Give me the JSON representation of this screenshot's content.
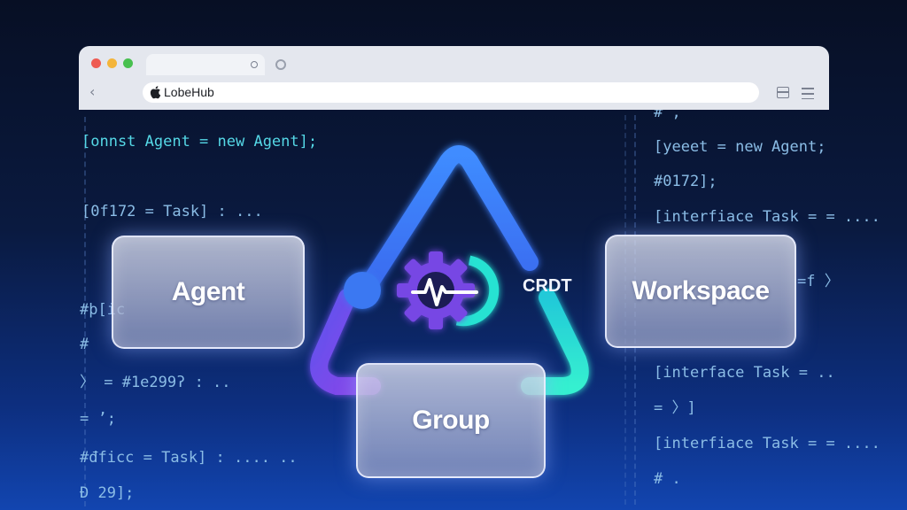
{
  "browser": {
    "window_controls": [
      "close",
      "minimize",
      "maximize"
    ],
    "address": "LobeHub",
    "address_icon": "apple-icon"
  },
  "code_lines_left": [
    "[onnst Agent = new Agent];",
    "[0f172 = Task] : ...",
    "#þ[ic",
    "#",
    "〉 = #1e299ʔ : ..",
    "= ’;",
    "#đficc = Task] : .... ..",
    "Đ 29];"
  ],
  "code_lines_right": [
    "# ,",
    "[yeeet = new Agent;",
    "#0172];",
    "[interfiace Task = = ....",
    "=f 〉",
    "[interface Task = ..",
    "= 〉]",
    "[interfiace Task = = ....",
    "# ."
  ],
  "diagram": {
    "nodes": {
      "agent": "Agent",
      "workspace": "Workspace",
      "group": "Group"
    },
    "edge_label": "CRDT",
    "center_icon": "gear-heartbeat-icon",
    "colors": {
      "blue": "#3b7df5",
      "purple": "#7b4ce6",
      "cyan": "#28e0d8"
    }
  }
}
